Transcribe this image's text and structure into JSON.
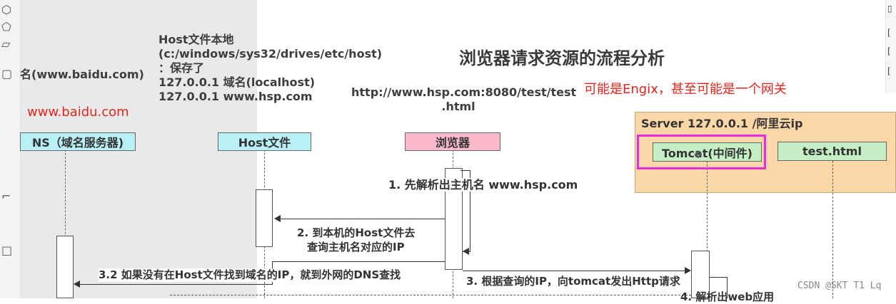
{
  "title": "浏览器请求资源的流程分析",
  "left_note_domain": "名(www.baidu.com)",
  "left_note_red": "www.baidu.com",
  "host_note": {
    "line1": "Host文件本地",
    "line2": "(c:/windows/sys32/drives/etc/host)",
    "line3": "：保存了",
    "line4": "127.0.0.1 域名(localhost)",
    "line5": "127.0.0.1 www.hsp.com"
  },
  "url_note": {
    "line1": "http://www.hsp.com:8080/test/test",
    "line2": ".html"
  },
  "red_note": "可能是Engix，甚至可能是一个网关",
  "server_label": "Server 127.0.0.1 /阿里云ip",
  "participants": {
    "dns": {
      "label": "NS（域名服务器)",
      "color": "#b8f0f6"
    },
    "host": {
      "label": "Host文件",
      "color": "#b8f0f6"
    },
    "browser": {
      "label": "浏览器",
      "color": "#f9b9cb"
    },
    "tomcat": {
      "label": "Tomcat(中间件)",
      "color": "#c5eec5"
    },
    "testhtml": {
      "label": "test.html",
      "color": "#c5eec5"
    }
  },
  "messages": {
    "m1": "1. 先解析出主机名 www.hsp.com",
    "m2_line1": "2. 到本机的Host文件去",
    "m2_line2": "查询主机名对应的IP",
    "m32": "3.2 如果没有在Host文件找到域名的IP，就到外网的DNS查找",
    "m3": "3. 根据查询的IP，向tomcat发出Http请求",
    "m4": "4. 解析出web应用"
  },
  "watermark": "CSDN @SKT T1 Lq",
  "colors": {
    "highlight": "#e82bdb",
    "red_text": "#e8231b",
    "server_bg": "#fbd7a7"
  },
  "icons": {
    "left_toolbar": [
      "hexagon-icon",
      "pentagon-icon",
      "shape-icon",
      "square-icon",
      "corner-icon",
      "square-outline-icon"
    ],
    "right_toolbar": [
      "doc-icon",
      "bracket-icon",
      "bracket-icon",
      "bracket-icon"
    ],
    "cursor": "move-cursor-icon"
  }
}
